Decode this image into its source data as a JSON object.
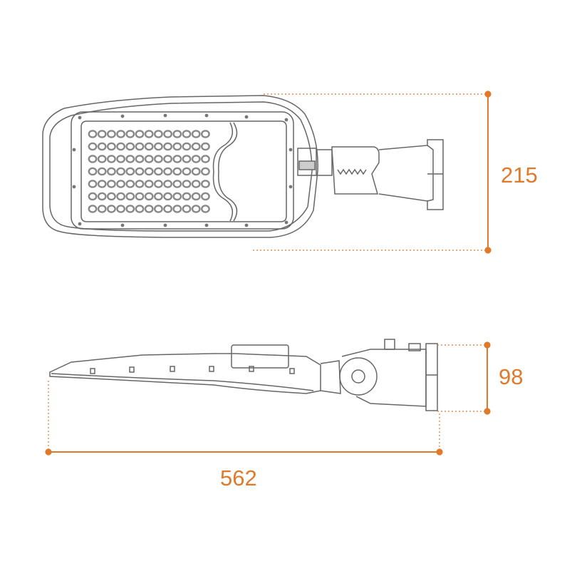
{
  "dimensions": {
    "height": "215",
    "depth": "98",
    "length": "562"
  },
  "colors": {
    "outline": "#666666",
    "dimension": "#e07a2b",
    "led_fill": "#888888"
  },
  "views": {
    "top": {
      "led_rows": 7,
      "led_columns": 13
    }
  }
}
